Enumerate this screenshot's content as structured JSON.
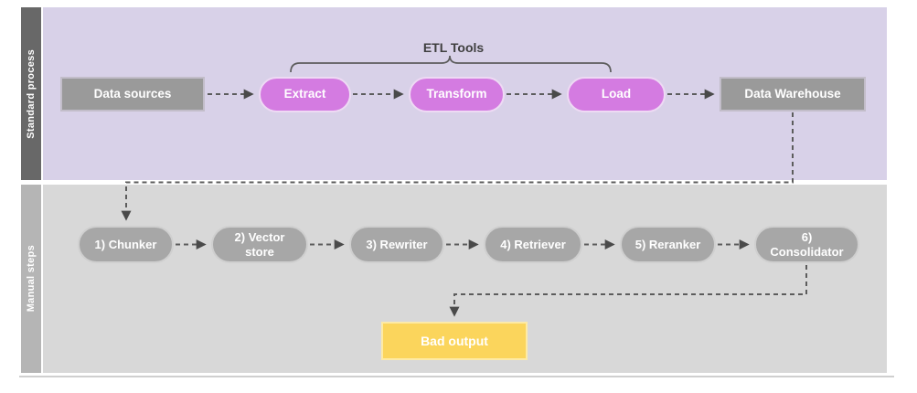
{
  "lanes": [
    {
      "label": "Standard process"
    },
    {
      "label": "Manual steps"
    }
  ],
  "standard_process": {
    "bracket_label": "ETL Tools",
    "nodes": [
      {
        "label": "Data sources"
      },
      {
        "label": "Extract"
      },
      {
        "label": "Transform"
      },
      {
        "label": "Load"
      },
      {
        "label": "Data Warehouse"
      }
    ]
  },
  "manual_steps": {
    "nodes": [
      {
        "label": "1) Chunker"
      },
      {
        "label": "2) Vector store"
      },
      {
        "label": "3) Rewriter"
      },
      {
        "label": "4) Retriever"
      },
      {
        "label": "5) Reranker"
      },
      {
        "label": "6) Consolidator"
      }
    ],
    "output": {
      "label": "Bad output"
    }
  },
  "colors": {
    "standard_lane_bg": "#d8d1e8",
    "standard_lane_bar": "#686868",
    "manual_lane_bg": "#d8d8d8",
    "manual_lane_bar": "#b5b5b5",
    "standard_node": "#9a9a9a",
    "etl_step_node": "#d47be1",
    "manual_step_node": "#a7a7a7",
    "bad_output_node": "#fbd55c",
    "connector": "#5c5c5c"
  }
}
